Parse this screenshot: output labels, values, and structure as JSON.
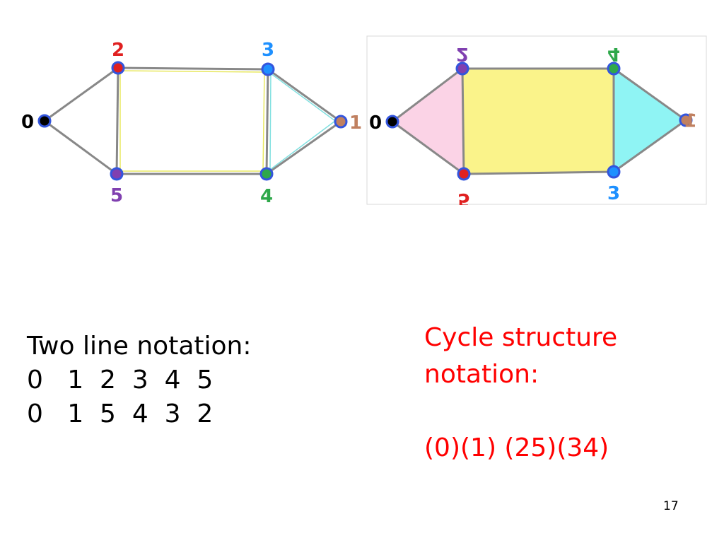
{
  "graph_left": {
    "vertices": [
      {
        "id": "0",
        "label": "0",
        "fill": "#000000",
        "label_color": "#000000"
      },
      {
        "id": "1",
        "label": "1",
        "fill": "#c08060",
        "label_color": "#c08060"
      },
      {
        "id": "2",
        "label": "2",
        "fill": "#e02020",
        "label_color": "#e02020"
      },
      {
        "id": "3",
        "label": "3",
        "fill": "#1e90ff",
        "label_color": "#1e90ff"
      },
      {
        "id": "4",
        "label": "4",
        "fill": "#2ea84a",
        "label_color": "#2ea84a"
      },
      {
        "id": "5",
        "label": "5",
        "fill": "#8040b0",
        "label_color": "#8040b0"
      }
    ],
    "faces": [
      {
        "name": "square",
        "fill": "#ffffff",
        "edge": "#e8e860"
      },
      {
        "name": "right-triangle",
        "fill": "#ffffff",
        "edge": "#80e0e0"
      }
    ]
  },
  "graph_right": {
    "vertices": [
      {
        "id": "0",
        "label": "0",
        "fill": "#000000",
        "label_color": "#000000"
      },
      {
        "id": "1",
        "label": "1",
        "fill": "#c08060",
        "label_color": "#c08060"
      },
      {
        "id": "5",
        "label": "5",
        "fill": "#e02020",
        "label_color": "#e02020"
      },
      {
        "id": "2",
        "label": "2",
        "fill": "#8040b0",
        "label_color": "#8040b0"
      },
      {
        "id": "3",
        "label": "3",
        "fill": "#1e90ff",
        "label_color": "#1e90ff"
      },
      {
        "id": "4",
        "label": "4",
        "fill": "#2ea84a",
        "label_color": "#2ea84a"
      }
    ],
    "faces": [
      {
        "name": "left-triangle",
        "fill": "#fbd3e6"
      },
      {
        "name": "square",
        "fill": "#faf38a"
      },
      {
        "name": "right-triangle",
        "fill": "#8ff4f4"
      }
    ]
  },
  "two_line": {
    "heading": "Two line notation:",
    "row1": "0   1  2  3  4  5",
    "row2": "0   1  5  4  3  2"
  },
  "cycle": {
    "heading_line1": "Cycle structure",
    "heading_line2": "notation:",
    "value": "(0)(1) (25)(34)"
  },
  "page_number": "17"
}
